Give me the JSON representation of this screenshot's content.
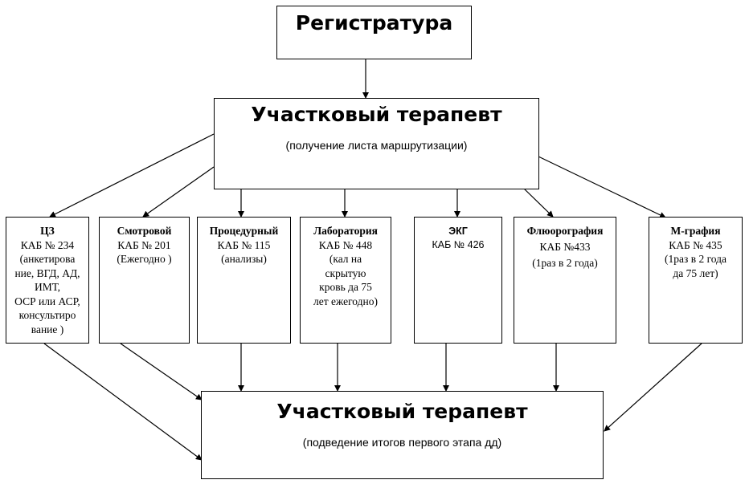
{
  "diagram": {
    "registry": {
      "title": "Регистратура"
    },
    "therapist_top": {
      "title": "Участковый терапевт",
      "subtitle": "(получение листа маршрутизации)"
    },
    "rooms": [
      {
        "title": "ЦЗ",
        "cabinet": "КАБ № 234",
        "lines": [
          "(анкетирова",
          "ние, ВГД, АД,",
          "ИМТ,",
          "ОСР или АСР,",
          "консультиро",
          "вание )"
        ]
      },
      {
        "title": "Смотровой",
        "cabinet": "КАБ № 201",
        "lines": [
          "(Ежегодно )"
        ]
      },
      {
        "title": "Процедурный",
        "cabinet": "КАБ № 115",
        "lines": [
          "(анализы)"
        ]
      },
      {
        "title": "Лаборатория",
        "cabinet": "КАБ № 448",
        "lines": [
          "(кал на",
          "скрытую",
          "кровь да 75",
          "лет ежегодно)"
        ]
      },
      {
        "title": "ЭКГ",
        "cabinet": "КАБ № 426",
        "lines": []
      },
      {
        "title": "Флюорография",
        "cabinet": "КАБ №433",
        "lines": [
          "(1раз в 2 года)"
        ]
      },
      {
        "title": "М-графия",
        "cabinet": "КАБ № 435",
        "lines": [
          "(1раз в 2 года",
          "да 75 лет)"
        ]
      }
    ],
    "therapist_bottom": {
      "title": "Участковый терапевт",
      "subtitle": "(подведение итогов первого этапа дд)"
    }
  }
}
